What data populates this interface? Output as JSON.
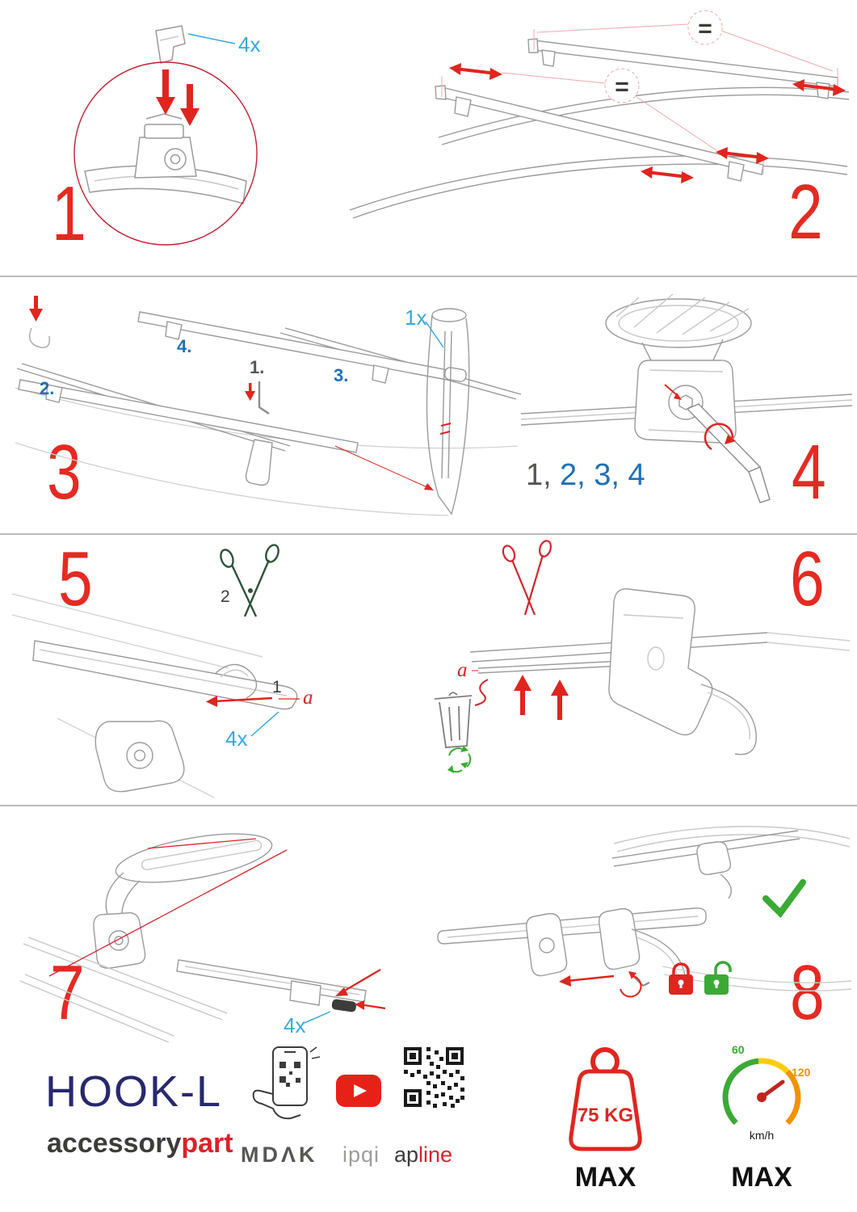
{
  "steps": {
    "s1": {
      "number": "1",
      "qty": "4x"
    },
    "s2": {
      "number": "2",
      "equal_top": "=",
      "equal_mid": "="
    },
    "s3": {
      "number": "3",
      "qty": "1x",
      "label_1": "1.",
      "label_2": "2.",
      "label_3": "3.",
      "label_4": "4."
    },
    "s4": {
      "number": "4",
      "seq_gray": "1,",
      "seq_blue": "2, 3, 4"
    },
    "s5": {
      "number": "5",
      "qty": "4x",
      "label_1": "1",
      "label_2": "2",
      "label_a": "a"
    },
    "s6": {
      "number": "6",
      "label_a": "a"
    },
    "s7": {
      "number": "7",
      "qty": "4x"
    },
    "s8": {
      "number": "8"
    }
  },
  "footer": {
    "product_name": "HOOK-L",
    "brand_primary": "accessory",
    "brand_accent": "part",
    "logo_mdak": "MDΛK",
    "logo_ipqi": "ipqi",
    "logo_ap": "ap",
    "logo_line": "line",
    "weight_value": "75 KG",
    "weight_max_label": "MAX",
    "speed_min": "60",
    "speed_max_value": "120",
    "speed_unit": "km/h",
    "speed_max_label": "MAX"
  },
  "colors": {
    "step_number_red": "#e52a22",
    "accent_red": "#d8232a",
    "qty_cyan": "#36a9e1",
    "sequence_blue": "#1d71b8",
    "success_green": "#3aaa35",
    "product_navy": "#28286e"
  }
}
